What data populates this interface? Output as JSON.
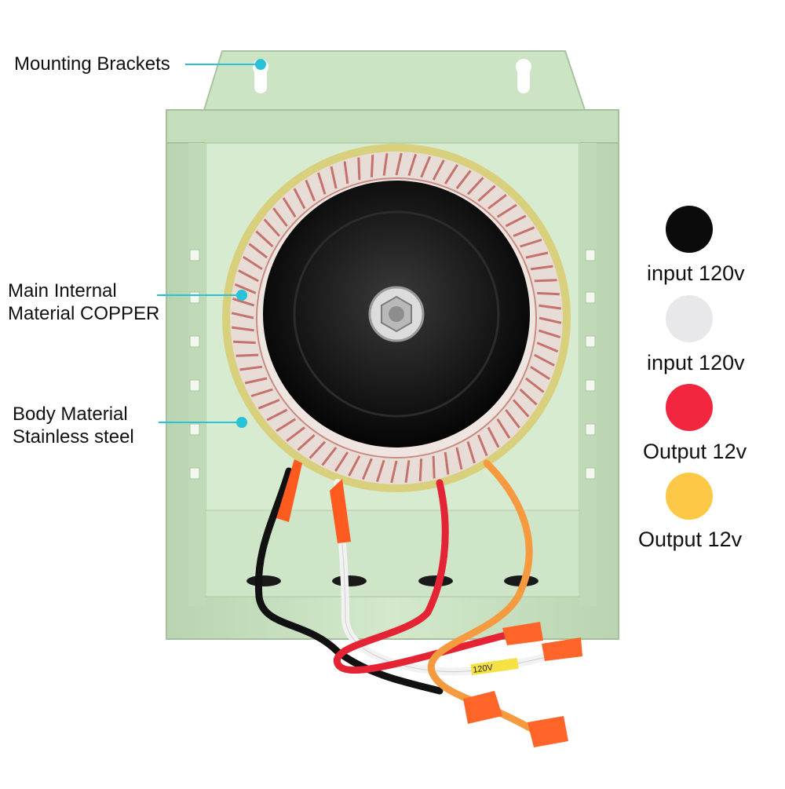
{
  "callouts": {
    "mounting": "Mounting Brackets",
    "material_line1": "Main Internal",
    "material_line2": "Material COPPER",
    "body_line1": "Body Material",
    "body_line2": "Stainless steel"
  },
  "legend": [
    {
      "label": "input 120v",
      "color": "#0b0b0b"
    },
    {
      "label": "input 120v",
      "color": "#e8e8ea"
    },
    {
      "label": "Output 12v",
      "color": "#f2273f"
    },
    {
      "label": "Output 12v",
      "color": "#fdc845"
    }
  ],
  "wire_tag": "120V",
  "colors": {
    "enclosure": "#cfe6c6",
    "enclosure_dark": "#b3d0aa",
    "callout_line": "#27c3d6",
    "toroid_wrap": "#d7cf7a",
    "copper": "#c77a6e",
    "cap": "#141414"
  }
}
